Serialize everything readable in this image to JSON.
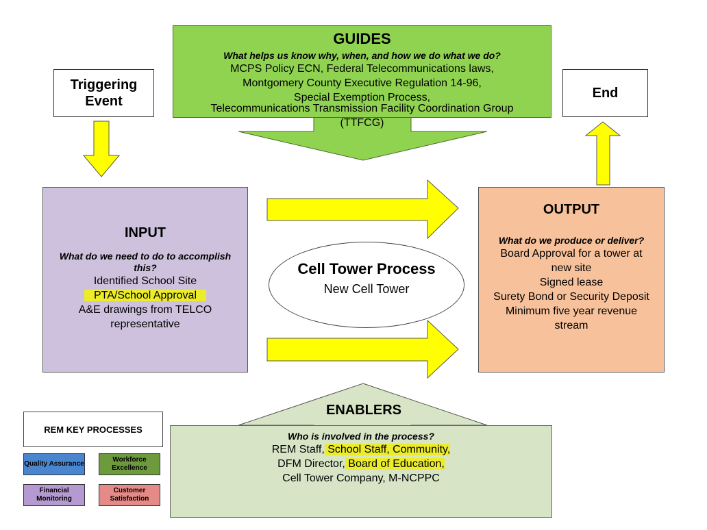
{
  "triggering_event": {
    "label": "Triggering Event"
  },
  "end": {
    "label": "End"
  },
  "guides": {
    "title": "GUIDES",
    "question": "What helps us know why, when, and how we do what we do?",
    "lines": [
      "MCPS Policy ECN, Federal Telecommunications laws,",
      "Montgomery County Executive Regulation 14-96,",
      "Special Exemption Process,",
      "Telecommunications Transmission Facility Coordination Group",
      "(TTFCG)"
    ]
  },
  "input": {
    "title": "INPUT",
    "question": "What do we need to do to accomplish this?",
    "lines": [
      {
        "text": "Identified School Site",
        "highlight": false
      },
      {
        "text": "PTA/School Approval",
        "highlight": true
      },
      {
        "text": "A&E drawings from TELCO",
        "highlight": false
      },
      {
        "text": "representative",
        "highlight": false
      }
    ]
  },
  "process": {
    "title": "Cell Tower Process",
    "subtitle": "New Cell Tower"
  },
  "output": {
    "title": "OUTPUT",
    "question": "What do we produce or deliver?",
    "lines": [
      "Board Approval for a tower at",
      "new site",
      "Signed lease",
      "Surety Bond or Security Deposit",
      "Minimum five year revenue",
      "stream"
    ]
  },
  "enablers": {
    "title": "ENABLERS",
    "question": "Who is involved in the process?",
    "line1_plain": "REM Staff,",
    "line1_highlight": " School Staff, Community,",
    "line2_plain": "DFM Director,",
    "line2_highlight": " Board of Education,",
    "line3": "Cell Tower Company, M-NCPPC"
  },
  "rem_key": {
    "title": "REM KEY PROCESSES",
    "items": [
      {
        "label": "Quality Assurance",
        "color": "#4a86d0"
      },
      {
        "label": "Workforce Excellence",
        "color": "#6e9a3e"
      },
      {
        "label": "Financial Monitoring",
        "color": "#b49ad0"
      },
      {
        "label": "Customer Satisfaction",
        "color": "#e58a86"
      }
    ]
  },
  "colors": {
    "arrow_yellow": "#ffff00",
    "guides_green": "#90d350",
    "input_purple": "#cdc1dd",
    "output_orange": "#f7c29b",
    "enablers_green": "#d7e5c6",
    "highlight": "#ecec2a"
  }
}
